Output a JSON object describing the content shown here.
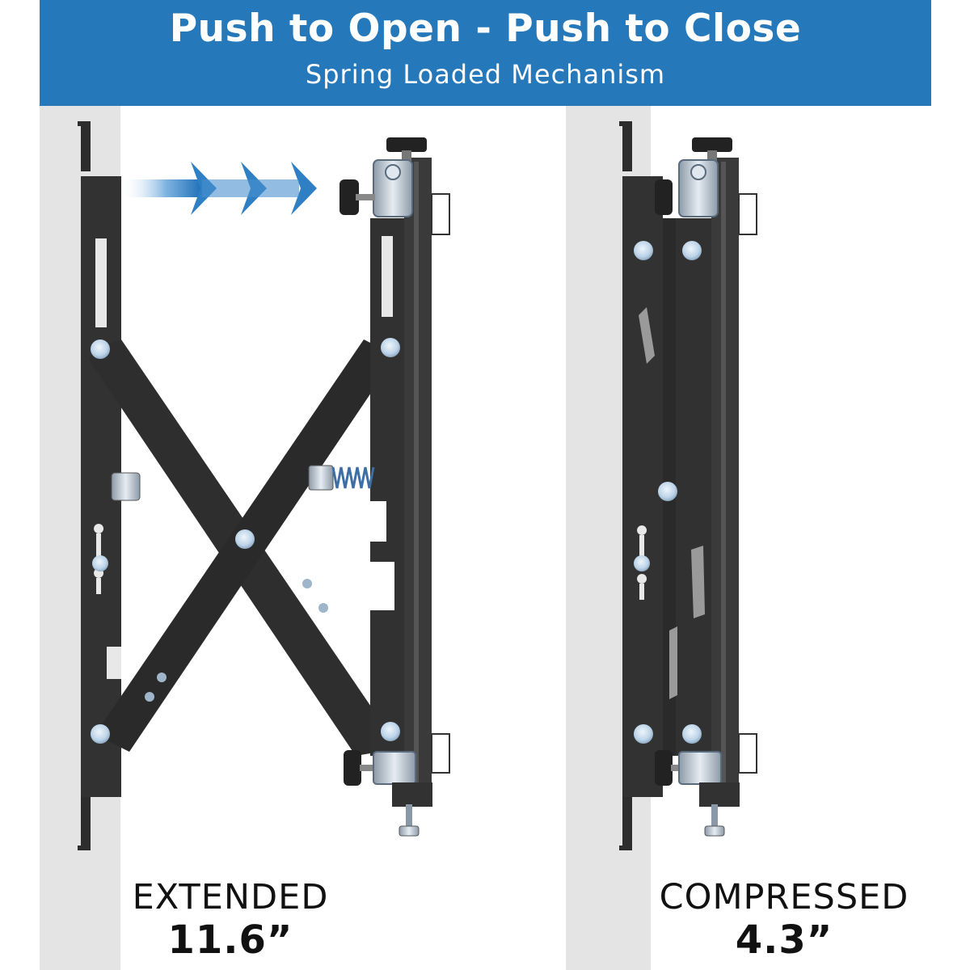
{
  "banner": {
    "title": "Push to Open - Push to Close",
    "subtitle": "Spring Loaded Mechanism",
    "background_color": "#2578b9"
  },
  "extended": {
    "label": "EXTENDED",
    "measurement": "11.6”"
  },
  "compressed": {
    "label": "COMPRESSED",
    "measurement": "4.3”"
  },
  "illustration": {
    "arrow_count": 3,
    "arrow_color": "#2f7fc4",
    "bracket_color": "#2f2f2f",
    "pin_color": "#cfe0ef"
  }
}
